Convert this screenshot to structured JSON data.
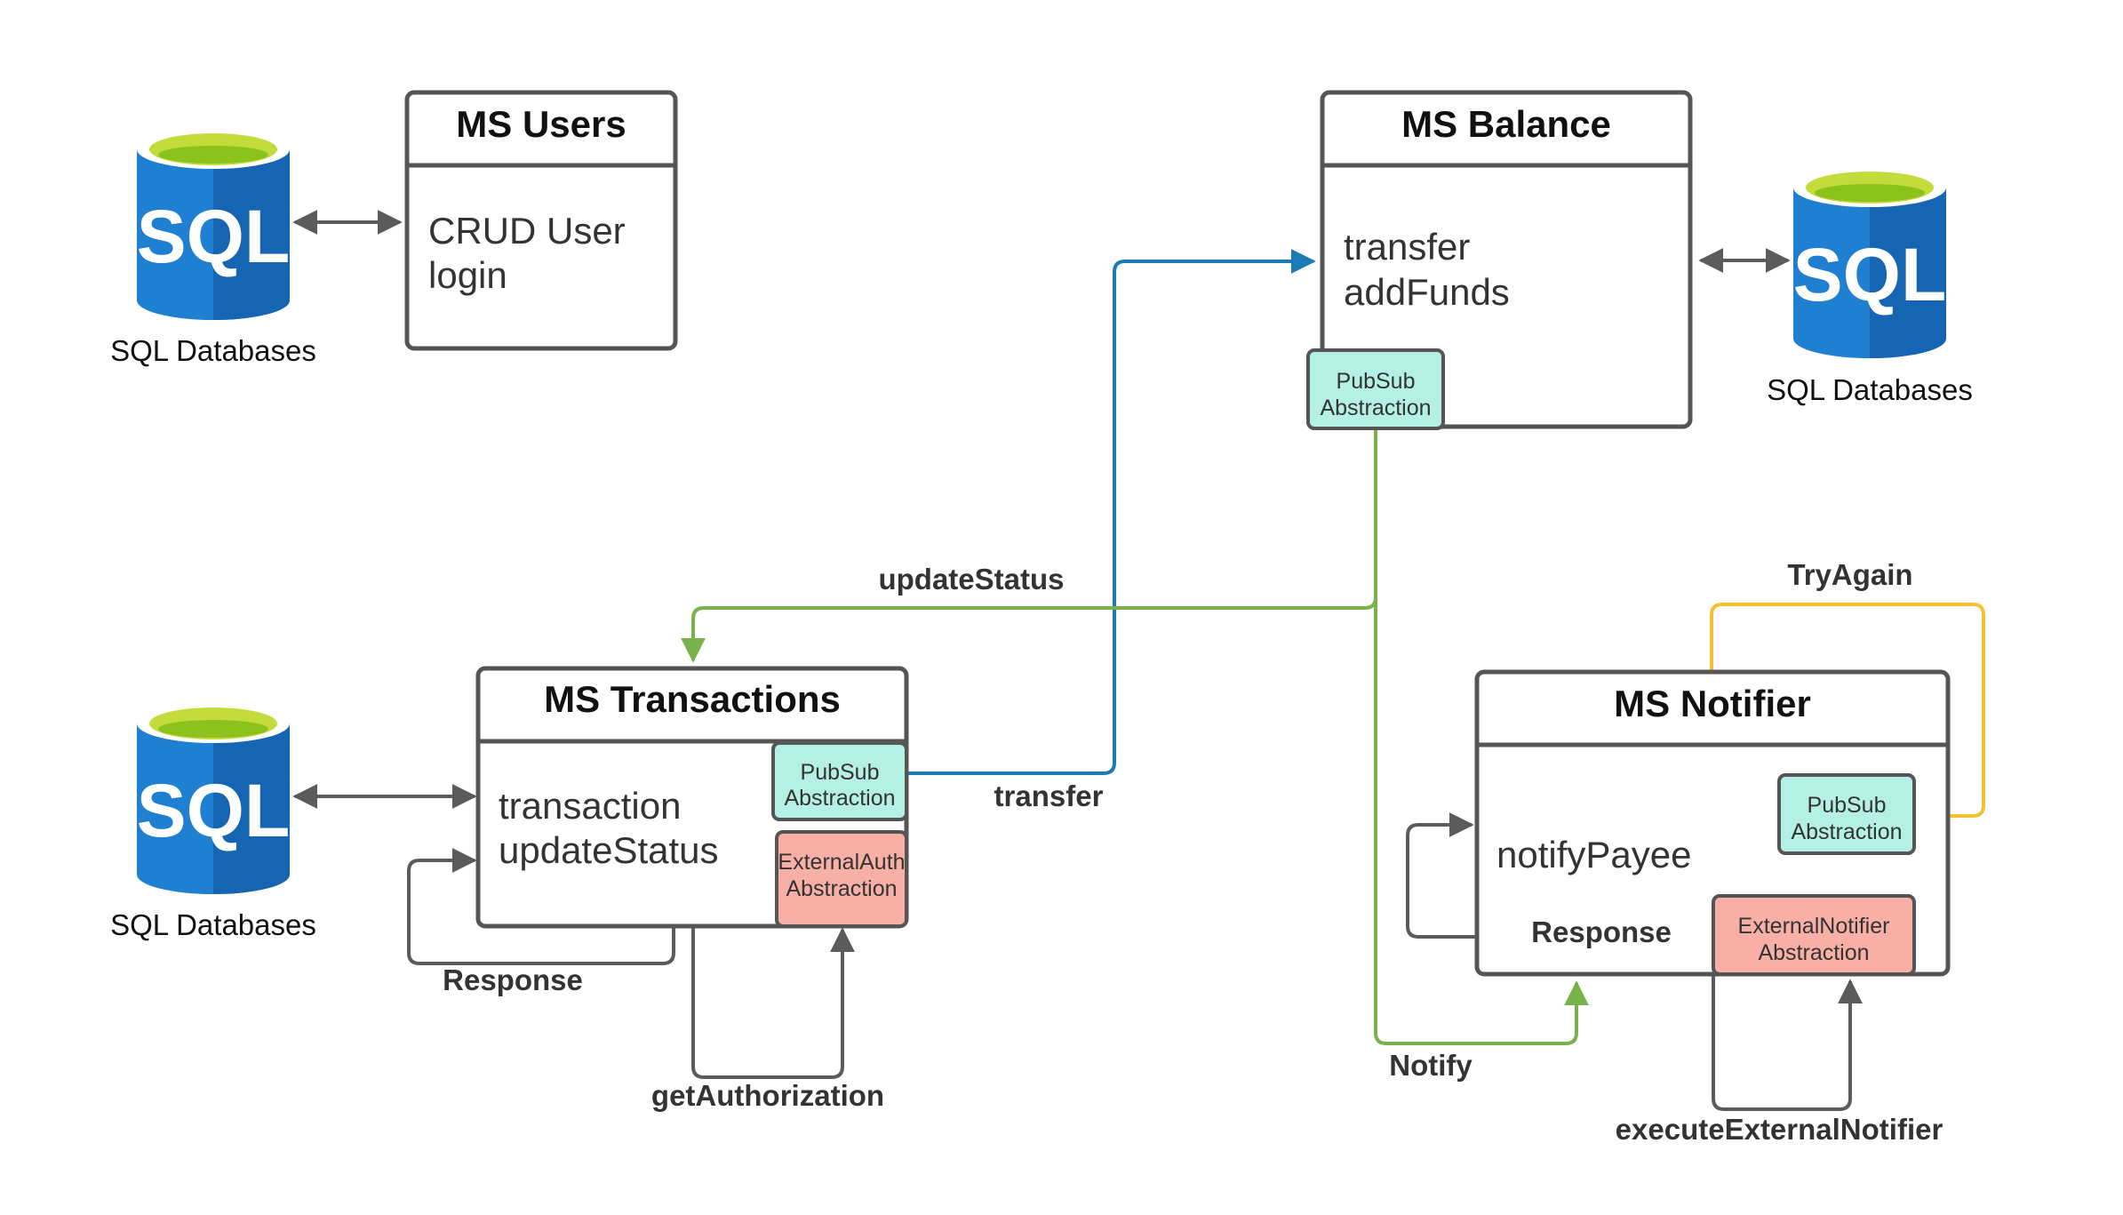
{
  "colors": {
    "sql_blue": "#1f7fd1",
    "sql_blue_dark": "#1565b3",
    "sql_lid": "#c3dc3b",
    "sql_lid_inner": "#8bc21b",
    "pubsub_fill": "#b4f0e3",
    "external_fill": "#f8b0a6",
    "box_stroke": "#555555",
    "line_gray": "#5b5b5b",
    "line_blue": "#1b7cb5",
    "line_green": "#79b24a",
    "line_yellow": "#f2c233"
  },
  "databases": [
    {
      "logo_text": "SQL",
      "caption": "SQL Databases",
      "icon": "sql-database-icon"
    },
    {
      "logo_text": "SQL",
      "caption": "SQL Databases",
      "icon": "sql-database-icon"
    },
    {
      "logo_text": "SQL",
      "caption": "SQL Databases",
      "icon": "sql-database-icon"
    }
  ],
  "services": {
    "users": {
      "title": "MS Users",
      "methods": [
        "CRUD User",
        "login"
      ]
    },
    "balance": {
      "title": "MS Balance",
      "methods": [
        "transfer",
        "addFunds"
      ],
      "pubsub": [
        "PubSub",
        "Abstraction"
      ]
    },
    "transactions": {
      "title": "MS Transactions",
      "methods": [
        "transaction",
        "updateStatus"
      ],
      "pubsub": [
        "PubSub",
        "Abstraction"
      ],
      "external": [
        "ExternalAuth",
        "Abstraction"
      ]
    },
    "notifier": {
      "title": "MS Notifier",
      "methods": [
        "notifyPayee"
      ],
      "pubsub": [
        "PubSub",
        "Abstraction"
      ],
      "external": [
        "ExternalNotifier",
        "Abstraction"
      ]
    }
  },
  "edge_labels": {
    "update_status": "updateStatus",
    "transfer": "transfer",
    "try_again": "TryAgain",
    "response_transactions": "Response",
    "get_authorization": "getAuthorization",
    "notify": "Notify",
    "response_notifier": "Response",
    "execute_external_notifier": "executeExternalNotifier"
  }
}
